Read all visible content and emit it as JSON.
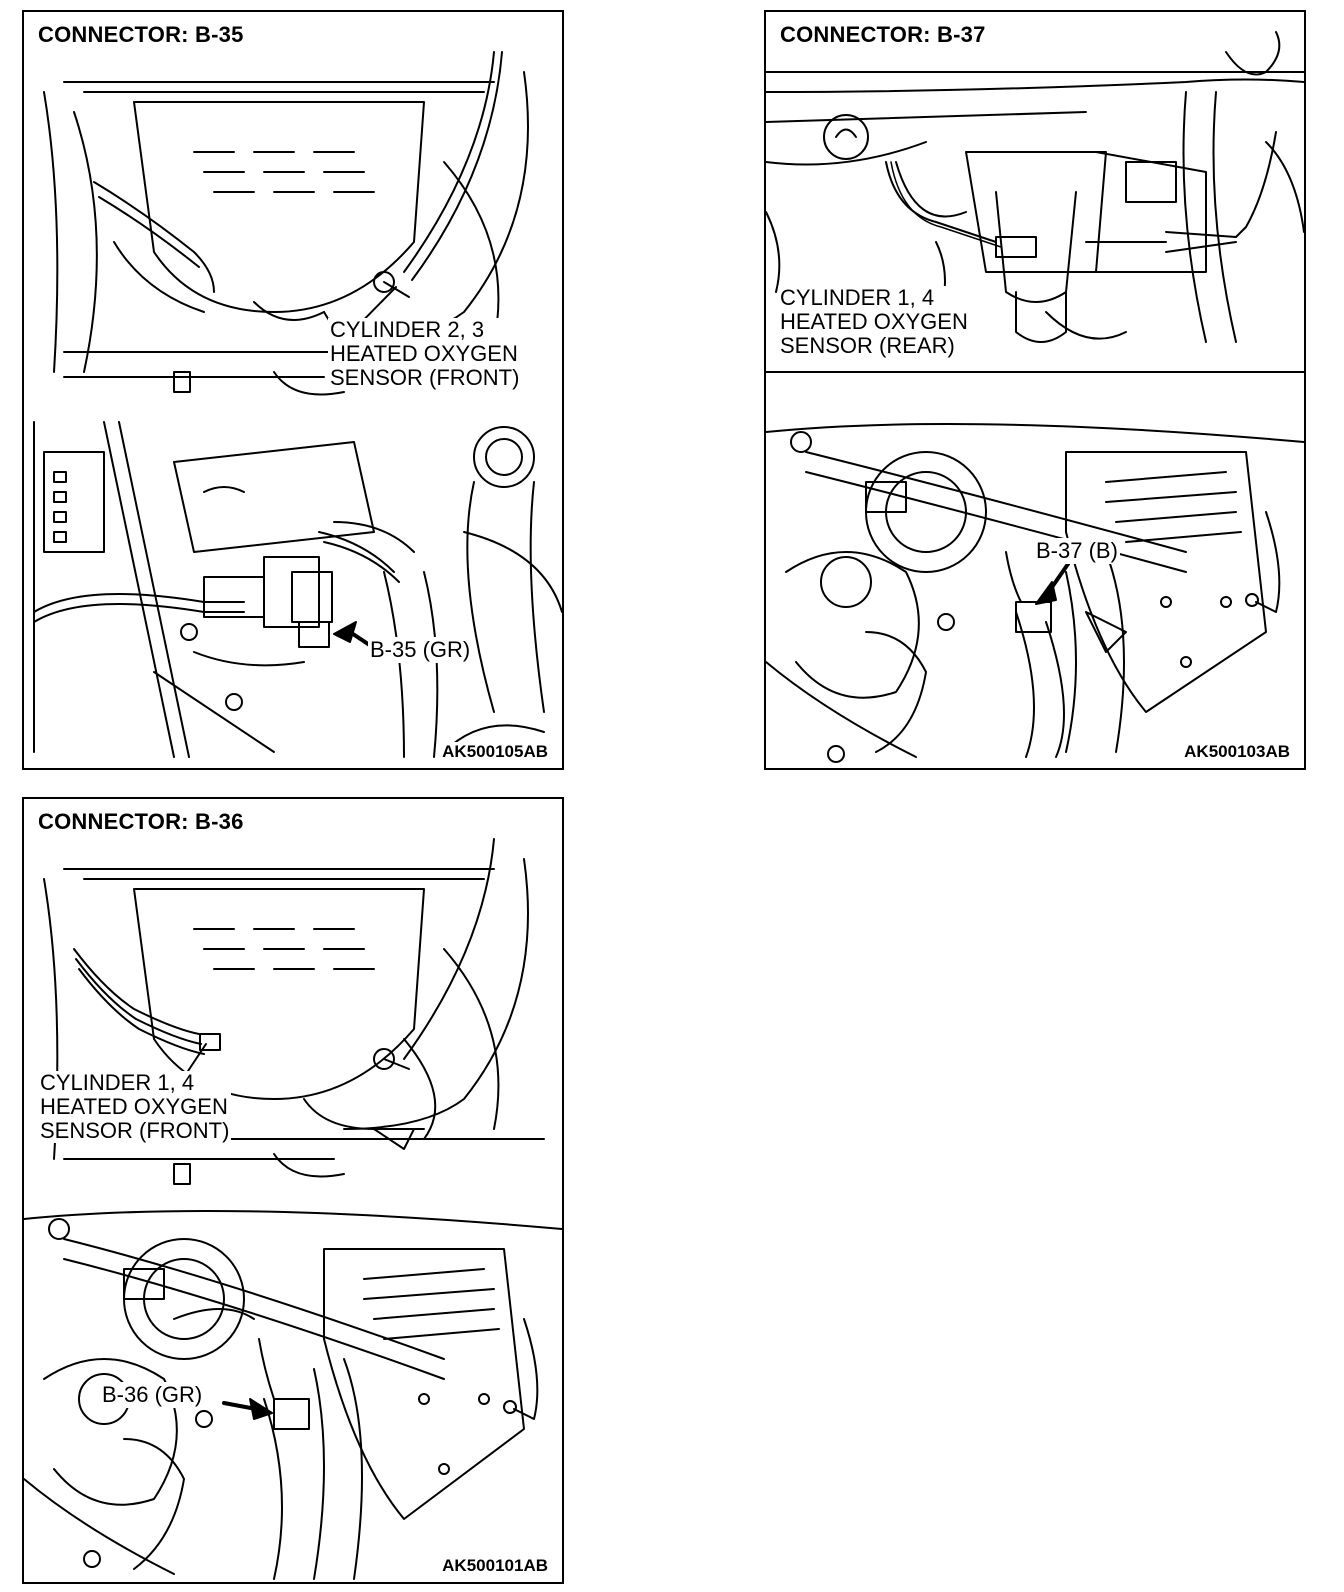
{
  "panels": {
    "b35": {
      "title": "CONNECTOR: B-35",
      "sensor_lines": [
        "CYLINDER 2, 3",
        "HEATED OXYGEN",
        "SENSOR (FRONT)"
      ],
      "connector_tag": "B-35 (GR)",
      "code": "AK500105AB"
    },
    "b37": {
      "title": "CONNECTOR: B-37",
      "sensor_lines": [
        "CYLINDER 1, 4",
        "HEATED OXYGEN",
        "SENSOR (REAR)"
      ],
      "connector_tag": "B-37 (B)",
      "code": "AK500103AB"
    },
    "b36": {
      "title": "CONNECTOR: B-36",
      "sensor_lines": [
        "CYLINDER 1, 4",
        "HEATED OXYGEN",
        "SENSOR (FRONT)"
      ],
      "connector_tag": "B-36 (GR)",
      "code": "AK500101AB"
    }
  }
}
